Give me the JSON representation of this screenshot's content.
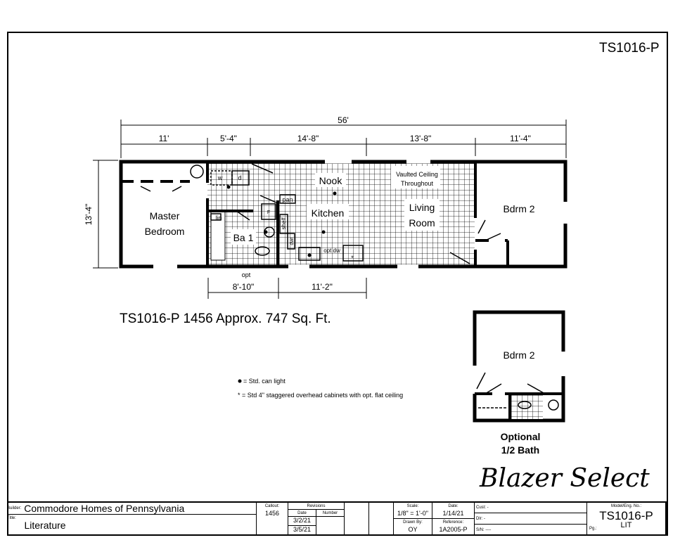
{
  "model_number": "TS1016-P",
  "plan_title": "TS1016-P 1456 Approx. 747 Sq. Ft.",
  "dimensions": {
    "overall": "56'",
    "top": [
      "11'",
      "5'-4\"",
      "14'-8\"",
      "13'-8\"",
      "11'-4\""
    ],
    "left": "13'-4\"",
    "bottom": [
      "8'-10\"",
      "11'-2\""
    ],
    "opt": "opt"
  },
  "rooms": {
    "master": [
      "Master",
      "Bedroom"
    ],
    "bath": "Ba 1",
    "nook": "Nook",
    "kitchen": "Kitchen",
    "living": [
      "Living",
      "Room"
    ],
    "vaulted": [
      "Vaulted Ceiling",
      "Throughout"
    ],
    "bdrm2": "Bdrm 2",
    "bdrm2_alt": "Bdrm 2"
  },
  "fixtures": {
    "washer": "w",
    "dryer": "d",
    "linen": "lin",
    "pantry": "pan",
    "shelf": "shelf",
    "drawer": "dwr",
    "dishwasher": "opt dw",
    "furnace": "F",
    "star": "*"
  },
  "legend": {
    "can_light": "= Std. can light",
    "cabinets": "* = Std 4\" staggered overhead cabinets with opt. flat ceiling"
  },
  "optional": [
    "Optional",
    "1/2 Bath"
  ],
  "series_name": "Blazer Select",
  "title_block": {
    "builder_label": "Builder:",
    "builder": "Commodore Homes of Pennsylvania",
    "title_label": "Title:",
    "title": "Literature",
    "callout_label": "Callout:",
    "callout": "1456",
    "revisions_label": "Revisions",
    "rev_date_label": "Date",
    "rev_number_label": "Number",
    "revision_dates": [
      "3/2/21",
      "3/5/21"
    ],
    "scale_label": "Scale:",
    "scale": "1/8\" = 1'-0\"",
    "date_label": "Date:",
    "date": "1/14/21",
    "drawn_label": "Drawn By:",
    "drawn": "OY",
    "reference_label": "Reference:",
    "reference": "1A2005-P",
    "cust": "Cust: -",
    "dlr": "Dlr:  -",
    "sn": "S/N:  ----",
    "model_label": "Model/Eng. No.:",
    "model": "TS1016-P",
    "page_label": "Pg.:",
    "page": "LIT"
  }
}
